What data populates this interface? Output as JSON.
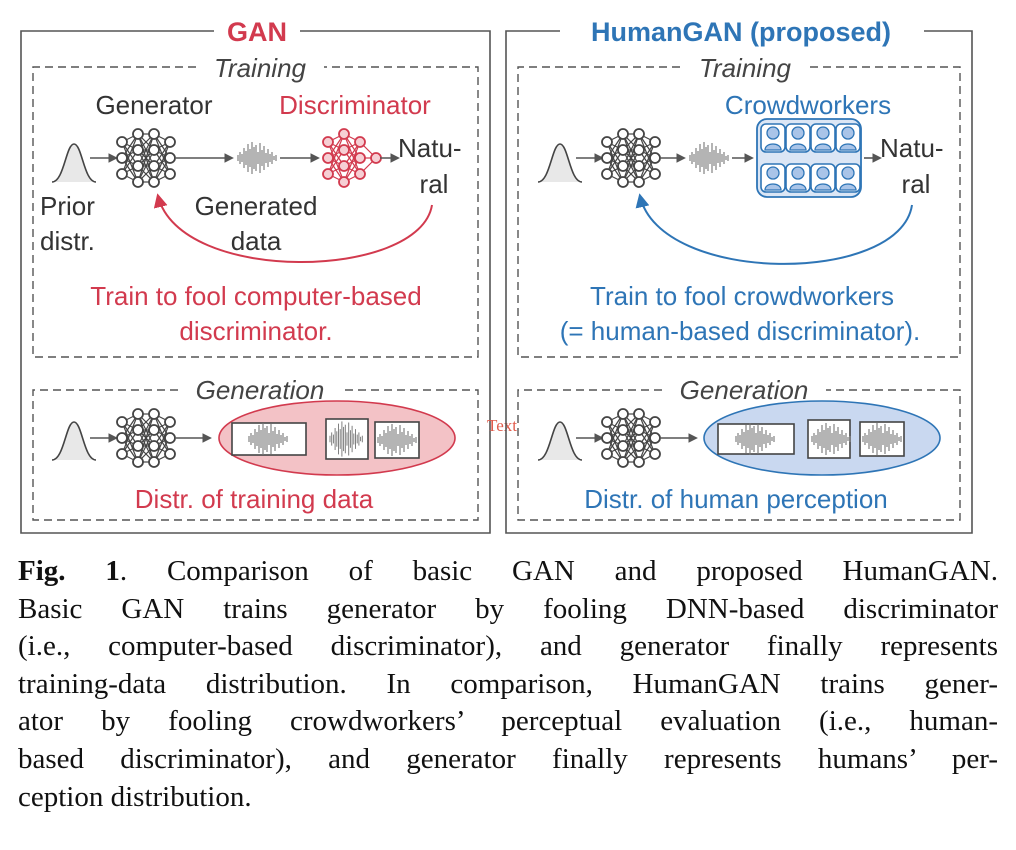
{
  "colors": {
    "gan": "#d23a4e",
    "human": "#2e75b6",
    "gray": "#555555",
    "ellipse_red_fill": "#f3c2c6",
    "ellipse_blue_fill": "#c9d8f0",
    "crowd_fill": "#dbe6f5"
  },
  "left_panel": {
    "title": "GAN",
    "training": {
      "label": "Training",
      "generator": "Generator",
      "discriminator": "Discriminator",
      "natural_line1": "Natu-",
      "natural_line2": "ral",
      "prior_line1": "Prior",
      "prior_line2": "distr.",
      "generated_line1": "Generated",
      "generated_line2": "data",
      "note_line1": "Train to fool computer-based",
      "note_line2": "discriminator."
    },
    "generation": {
      "label": "Generation",
      "note": "Distr. of training data"
    }
  },
  "right_panel": {
    "title": "HumanGAN (proposed)",
    "training": {
      "label": "Training",
      "crowdworkers": "Crowdworkers",
      "natural_line1": "Natu-",
      "natural_line2": "ral",
      "note_line1": "Train to fool crowdworkers",
      "note_line2": "(= human-based discriminator)."
    },
    "generation": {
      "label": "Generation",
      "note": "Distr. of human perception"
    }
  },
  "stray_text": "Text",
  "caption": {
    "lead": "Fig. 1",
    "line1": ".   Comparison of basic GAN and proposed HumanGAN.",
    "line2": "Basic GAN trains generator by fooling DNN-based discriminator",
    "line3": "(i.e., computer-based discriminator), and generator finally represents",
    "line4": "training-data distribution. In comparison, HumanGAN trains gener-",
    "line5": "ator by fooling crowdworkers’ perceptual evaluation (i.e., human-",
    "line6": "based discriminator), and generator finally represents humans’ per-",
    "line7": "ception distribution."
  }
}
